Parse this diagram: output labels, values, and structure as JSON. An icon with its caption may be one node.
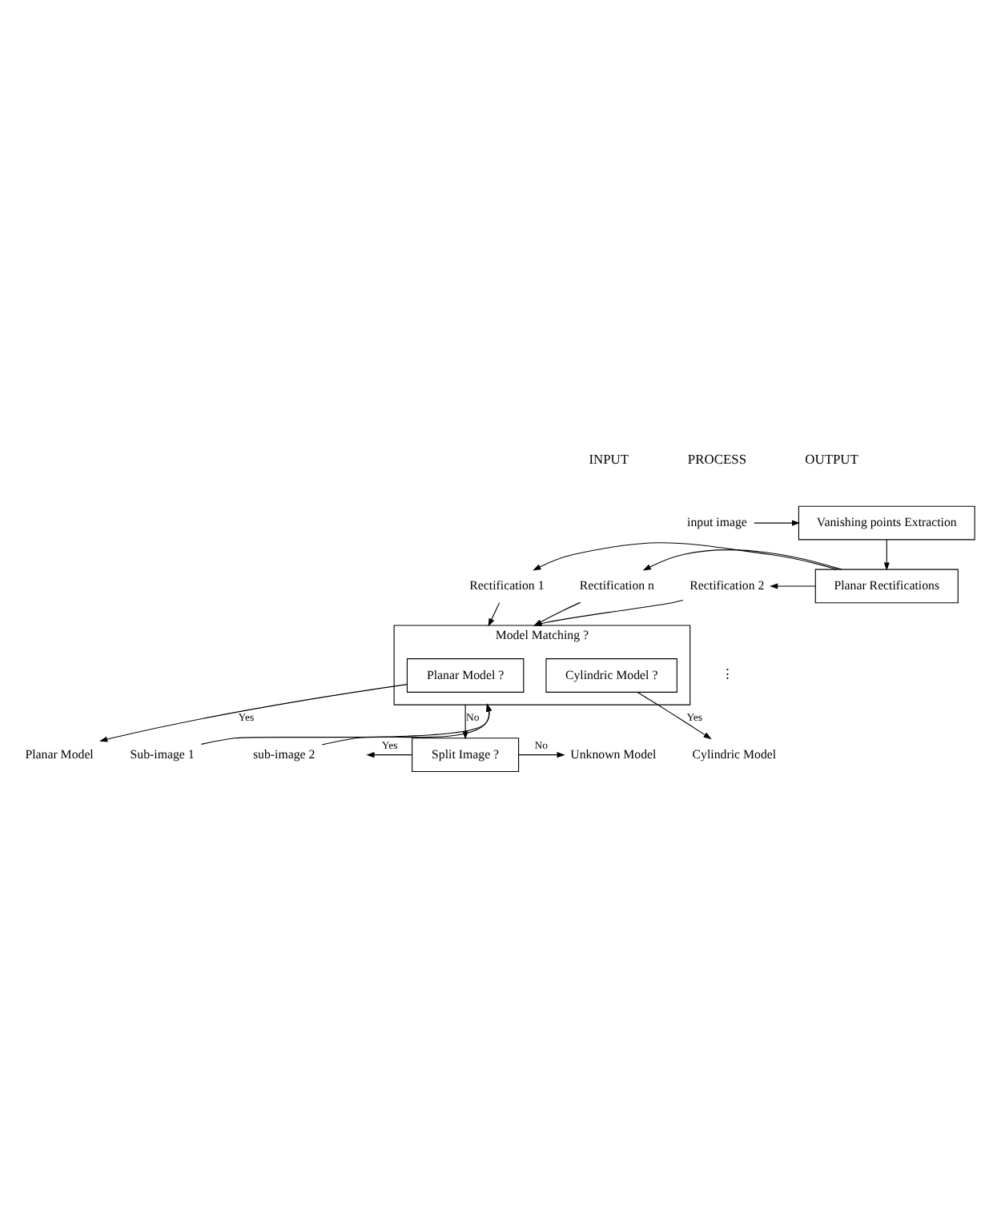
{
  "diagram": {
    "nodes": [
      {
        "text": [
          "input image"
        ]
      },
      {
        "text": [
          "Vanishing points Extraction"
        ]
      },
      {
        "text": [
          "Rectification 1"
        ]
      },
      {
        "text": [
          "Rectification 2"
        ]
      },
      {
        "text": [
          "Rectification n"
        ]
      },
      {
        "text": [
          "Planar Rectifications"
        ]
      },
      {
        "text": [
          "Model Matching ?"
        ]
      },
      {
        "text": [
          "Planar Model ?"
        ],
        "in": 6
      },
      {
        "text": [
          "Cylindric Model ?"
        ],
        "in": 6
      },
      {
        "text": [
          "Planar Model"
        ]
      },
      {
        "text": [
          "Cylindric Model"
        ]
      },
      {
        "text": [
          "Split Image ?"
        ]
      },
      {
        "text": [
          "Sub-image 1"
        ]
      },
      {
        "text": [
          "sub-image 2"
        ]
      },
      {
        "text": [
          "Unknown Model"
        ]
      }
    ],
    "edges": [
      {
        "from": 0,
        "to": 1,
        "arrow": "to"
      },
      {
        "from": 1,
        "to": 5,
        "arrow": "to"
      },
      {
        "from": 5,
        "to": 2,
        "arrow": "to"
      },
      {
        "from": 5,
        "to": 3,
        "arrow": "to"
      },
      {
        "from": 5,
        "to": 4,
        "arrow": "to"
      },
      {
        "from": 2,
        "to": 6,
        "arrow": "to"
      },
      {
        "from": 3,
        "to": 6,
        "arrow": "to"
      },
      {
        "from": 4,
        "to": 6,
        "arrow": "to"
      },
      {
        "from": 12,
        "to": 6,
        "arrow": "to"
      },
      {
        "from": 13,
        "to": 6,
        "arrow": "to"
      },
      {
        "from": 7,
        "to": 9,
        "label": "Yes",
        "arrow": "to"
      },
      {
        "from": 8,
        "to": 10,
        "label": "Yes",
        "arrow": "to"
      },
      {
        "from": 6,
        "to": 11,
        "label": "No",
        "arrow": "to"
      },
      {
        "from": 11,
        "to": null,
        "label": "Yes",
        "arrow": "to"
      },
      {
        "from": 11,
        "to": 14,
        "label": "No",
        "arrow": "to"
      }
    ],
    "labels": [
      "INPUT",
      "PROCESS",
      "OUTPUT",
      "⋮"
    ]
  }
}
